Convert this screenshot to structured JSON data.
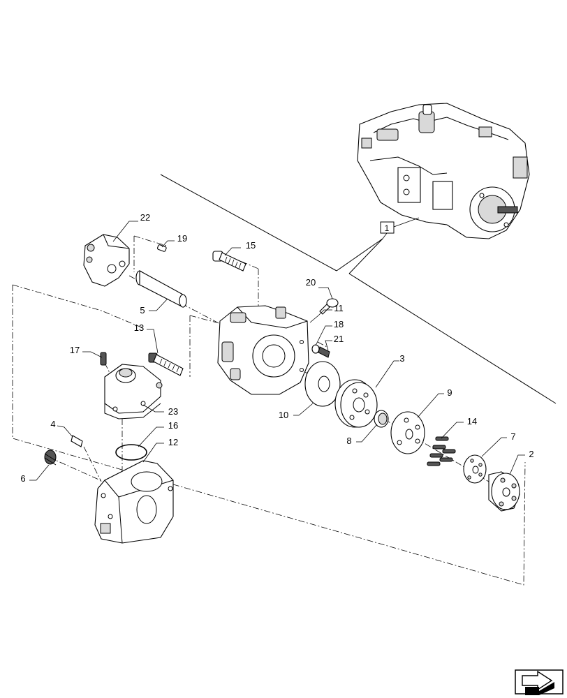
{
  "callout_box": "1",
  "parts": [
    {
      "id": "22",
      "label": "22"
    },
    {
      "id": "19",
      "label": "19"
    },
    {
      "id": "15",
      "label": "15"
    },
    {
      "id": "5",
      "label": "5"
    },
    {
      "id": "20",
      "label": "20"
    },
    {
      "id": "11",
      "label": "11"
    },
    {
      "id": "18",
      "label": "18"
    },
    {
      "id": "21",
      "label": "21"
    },
    {
      "id": "13",
      "label": "13"
    },
    {
      "id": "17",
      "label": "17"
    },
    {
      "id": "23",
      "label": "23"
    },
    {
      "id": "3",
      "label": "3"
    },
    {
      "id": "9",
      "label": "9"
    },
    {
      "id": "10",
      "label": "10"
    },
    {
      "id": "8",
      "label": "8"
    },
    {
      "id": "14",
      "label": "14"
    },
    {
      "id": "7",
      "label": "7"
    },
    {
      "id": "2",
      "label": "2"
    },
    {
      "id": "4",
      "label": "4"
    },
    {
      "id": "16",
      "label": "16"
    },
    {
      "id": "12",
      "label": "12"
    },
    {
      "id": "6",
      "label": "6"
    }
  ],
  "nav_icon": "next-page-arrow-icon"
}
